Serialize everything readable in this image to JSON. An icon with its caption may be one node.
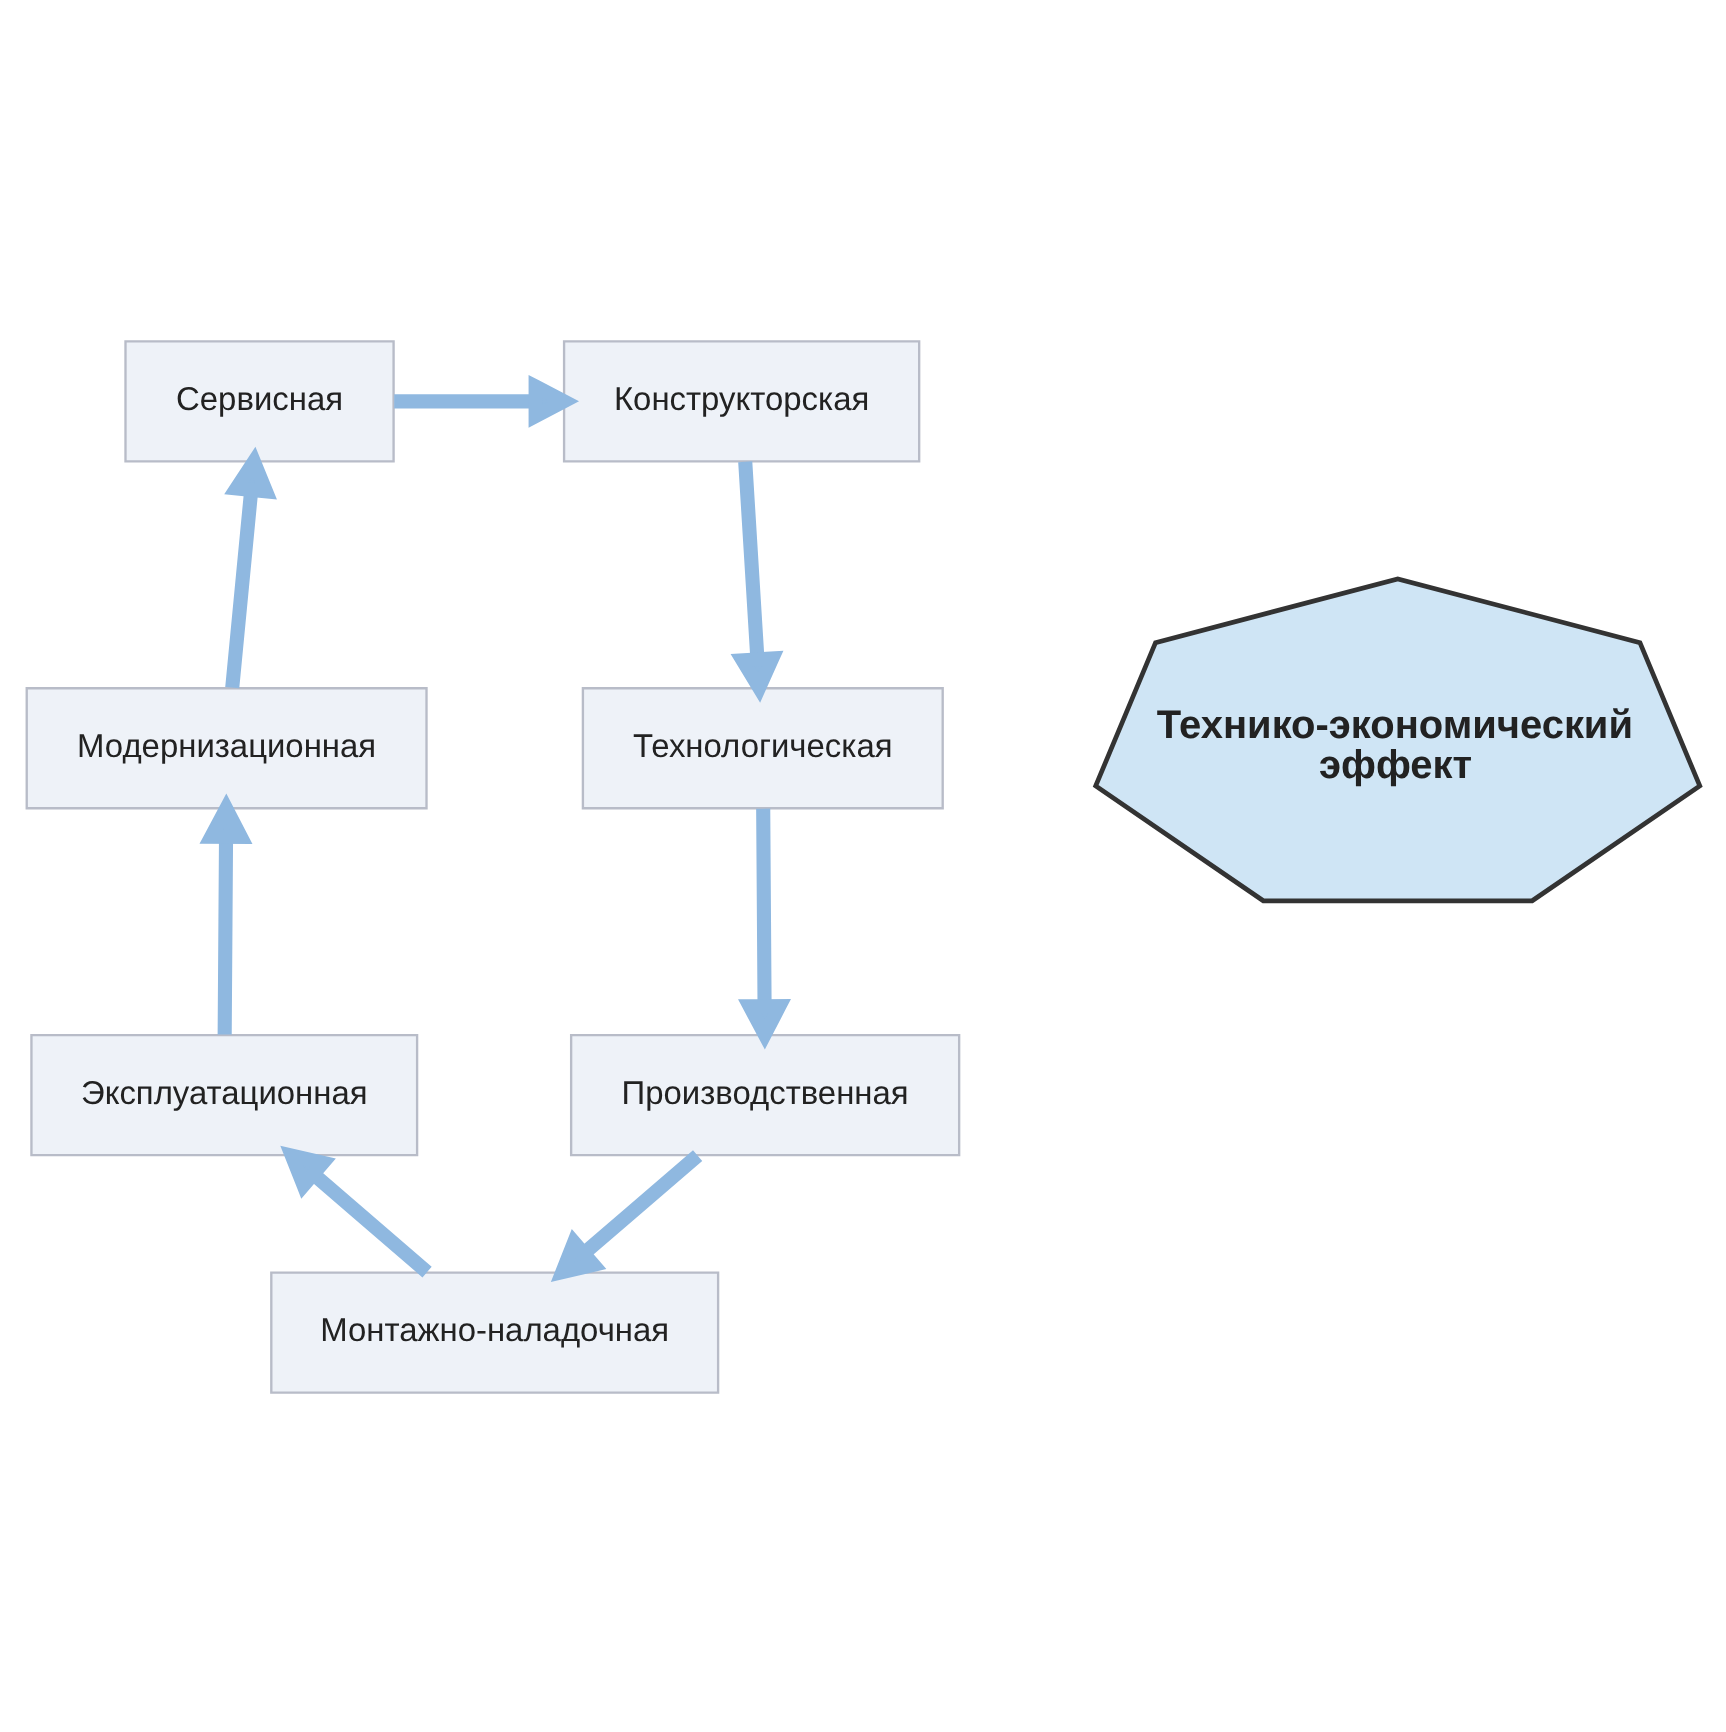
{
  "diagram": {
    "nodes": [
      {
        "text": [
          "Сервисная"
        ]
      },
      {
        "text": [
          "Конструкторская"
        ]
      },
      {
        "text": [
          "Модернизационная"
        ]
      },
      {
        "text": [
          "Технико-экономический эффект"
        ]
      },
      {
        "text": [
          "Технологическая"
        ]
      },
      {
        "text": [
          "Эксплуатационная"
        ]
      },
      {
        "text": [
          "Производственная"
        ]
      },
      {
        "text": [
          "Монтажно-наладочная"
        ]
      }
    ],
    "edges": [
      {
        "from": 0,
        "to": 1,
        "arrow": "to"
      },
      {
        "from": 1,
        "to": 4,
        "arrow": "to"
      },
      {
        "from": 4,
        "to": 6,
        "arrow": "to"
      },
      {
        "from": 6,
        "to": 7,
        "arrow": "to"
      },
      {
        "from": 7,
        "to": 5,
        "arrow": "to"
      },
      {
        "from": 5,
        "to": 2,
        "arrow": "to"
      },
      {
        "from": 2,
        "to": 0,
        "arrow": "to"
      }
    ]
  }
}
